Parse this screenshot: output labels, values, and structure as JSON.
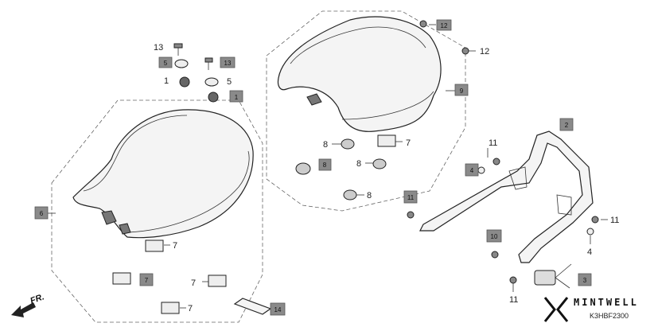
{
  "diagram": {
    "direction_label": "FR.",
    "brand": {
      "logo_name": "mintwell-logo-icon",
      "name": "MINTWELL",
      "drawing_code": "K3HBF2300"
    },
    "boxed_callouts": [
      {
        "id": "cb-12",
        "label": "12"
      },
      {
        "id": "cb-5a",
        "label": "5"
      },
      {
        "id": "cb-13",
        "label": "13"
      },
      {
        "id": "cb-1",
        "label": "1"
      },
      {
        "id": "cb-9",
        "label": "9"
      },
      {
        "id": "cb-6",
        "label": "6"
      },
      {
        "id": "cb-8",
        "label": "8"
      },
      {
        "id": "cb-2",
        "label": "2"
      },
      {
        "id": "cb-4",
        "label": "4"
      },
      {
        "id": "cb-11",
        "label": "11"
      },
      {
        "id": "cb-10",
        "label": "10"
      },
      {
        "id": "cb-3",
        "label": "3"
      },
      {
        "id": "cb-7a",
        "label": "7"
      },
      {
        "id": "cb-14",
        "label": "14"
      }
    ],
    "plain_callouts": [
      {
        "id": "pc-13",
        "label": "13"
      },
      {
        "id": "pc-1",
        "label": "1"
      },
      {
        "id": "pc-5",
        "label": "5"
      },
      {
        "id": "pc-12",
        "label": "12"
      },
      {
        "id": "pc-8a",
        "label": "8"
      },
      {
        "id": "pc-7a",
        "label": "7"
      },
      {
        "id": "pc-8b",
        "label": "8"
      },
      {
        "id": "pc-8c",
        "label": "8"
      },
      {
        "id": "pc-11a",
        "label": "11"
      },
      {
        "id": "pc-11b",
        "label": "11"
      },
      {
        "id": "pc-4",
        "label": "4"
      },
      {
        "id": "pc-11c",
        "label": "11"
      },
      {
        "id": "pc-7b",
        "label": "7"
      },
      {
        "id": "pc-7c",
        "label": "7"
      },
      {
        "id": "pc-7d",
        "label": "7"
      }
    ]
  }
}
